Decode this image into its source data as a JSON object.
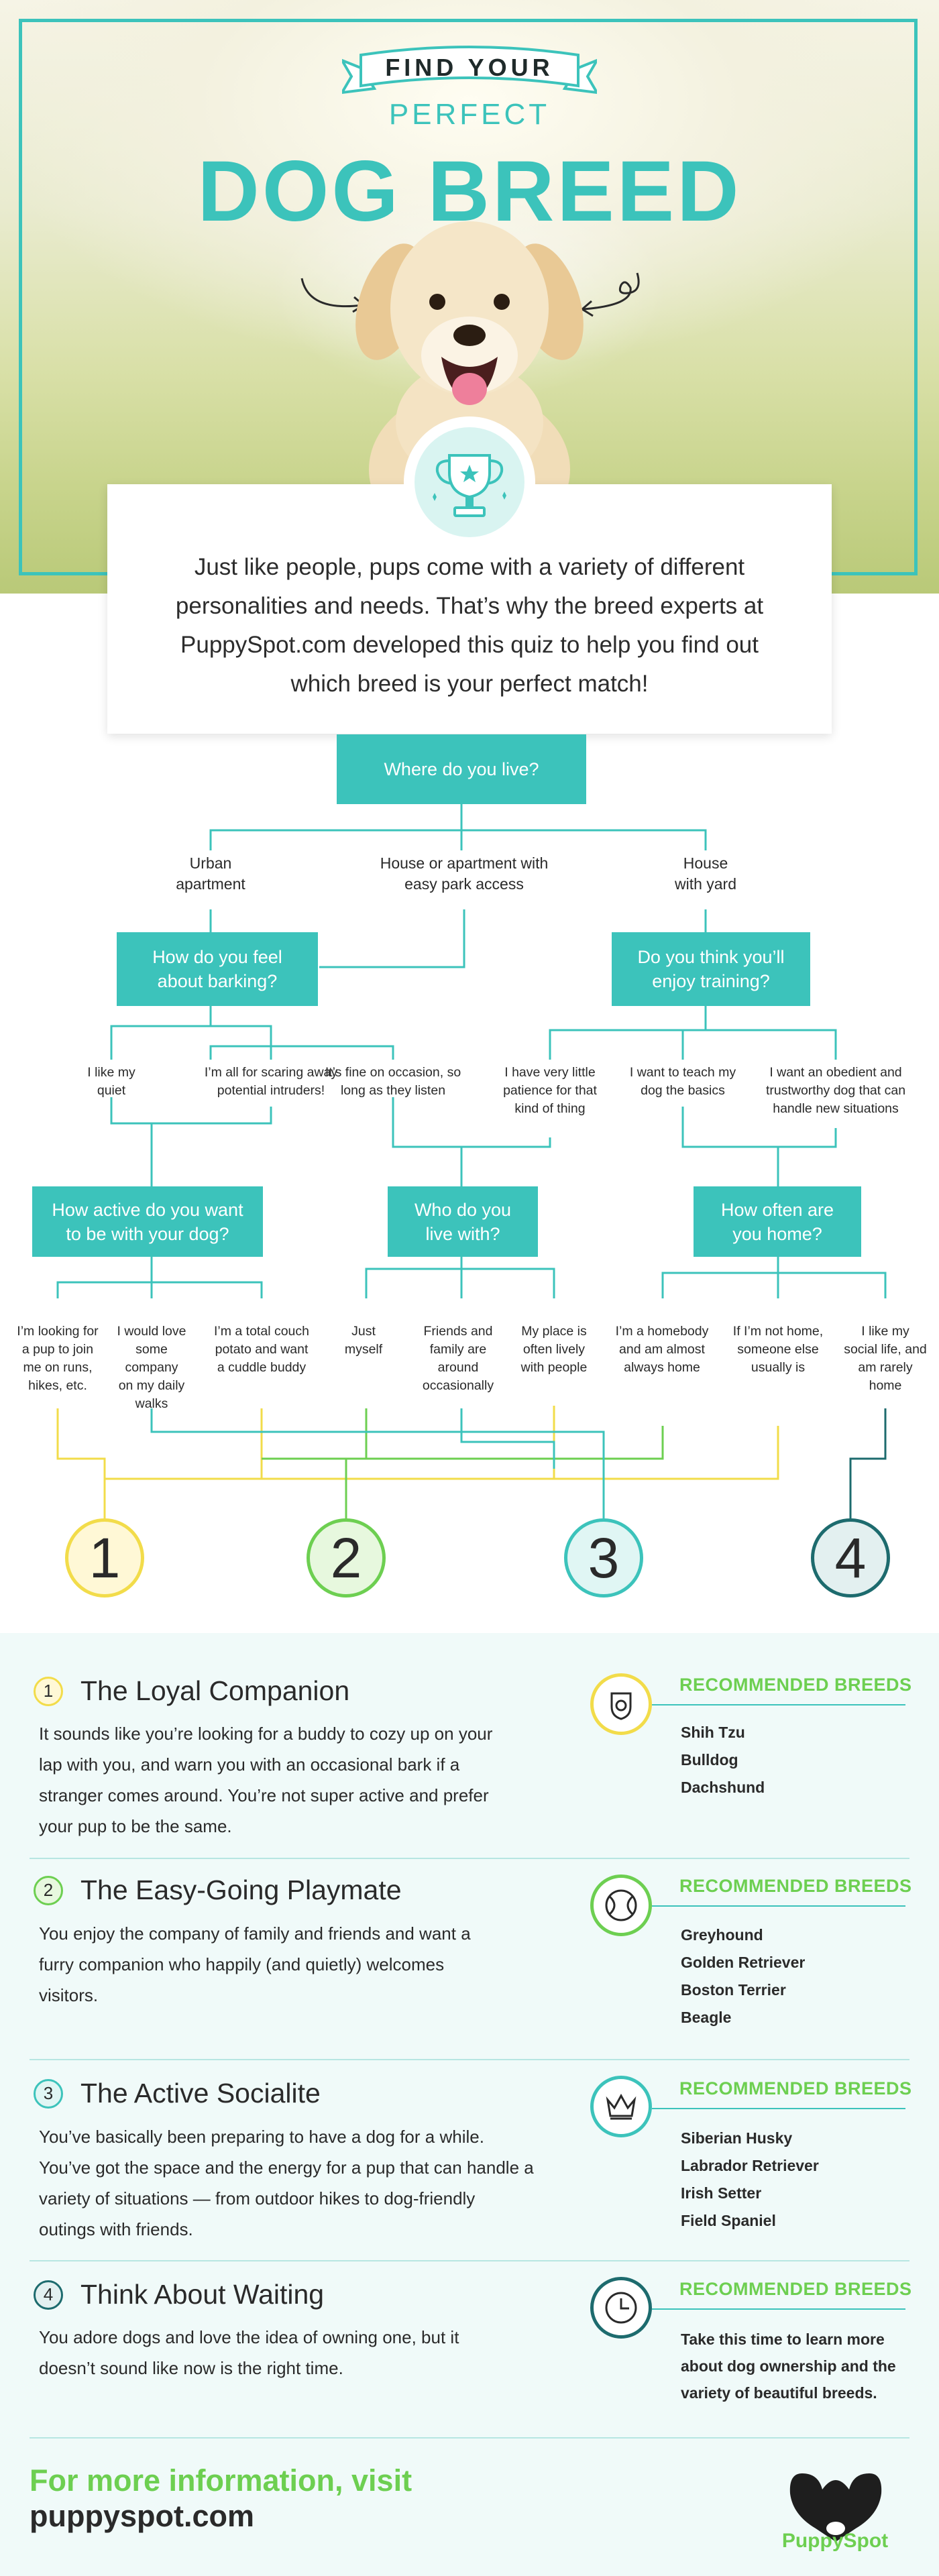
{
  "header": {
    "ribbon_text": "FIND YOUR",
    "line2": "PERFECT",
    "title": "DOG BREED"
  },
  "intro": {
    "text": "Just like people, pups come with a variety of different personalities and needs. That’s why the breed experts at PuppySpot.com developed this quiz to help you find out which breed is your perfect match!"
  },
  "quiz": {
    "q1": "Where do you live?",
    "a_urban": "Urban\napartment",
    "a_park": "House or apartment with\neasy park access",
    "a_yard": "House\nwith yard",
    "q_barking": "How do you feel\nabout barking?",
    "q_training": "Do you think you’ll\nenjoy training?",
    "b_quiet": "I like my\nquiet",
    "b_scaring": "I’m all for scaring away\npotential intruders!",
    "b_occasion": "It’s fine on occasion, so\nlong as they listen",
    "t_patience": "I have very little\npatience for that\nkind of thing",
    "t_basics": "I want to teach my\ndog the basics",
    "t_obedient": "I want an obedient and\ntrustworthy dog that can\nhandle new situations",
    "q_active": "How active do you want\nto be with your dog?",
    "q_who": "Who do you\nlive with?",
    "q_home": "How often are\nyou home?",
    "o_runs": "I’m looking for\na pup to join\nme on runs,\nhikes, etc.",
    "o_company": "I would love\nsome company\non my daily\nwalks",
    "o_couch": "I’m a total couch\npotato and want\na cuddle buddy",
    "o_myself": "Just\nmyself",
    "o_friends": "Friends and\nfamily are\naround\noccasionally",
    "o_lively": "My place is\noften lively\nwith people",
    "o_homebody": "I’m a homebody\nand am almost\nalways home",
    "o_someone": "If I’m not home,\nsomeone else\nusually is",
    "o_social": "I like my\nsocial life, and\nam rarely\nhome",
    "results": [
      "1",
      "2",
      "3",
      "4"
    ]
  },
  "colors": {
    "teal": "#3cc3bb",
    "yellow": "#f2dc4a",
    "green": "#6dcf51",
    "dark_teal": "#1d6b6e"
  },
  "outcomes": [
    {
      "number": "1",
      "title": "The Loyal Companion",
      "description": "It sounds like you’re looking for a buddy to cozy up on your lap with you, and warn you with an occasional bark if a stranger comes around. You’re not super active and prefer your pup to be the same.",
      "rec_title": "RECOMMENDED BREEDS",
      "icon": "collar-tag-icon",
      "breeds": [
        "Shih Tzu",
        "Bulldog",
        "Dachshund"
      ]
    },
    {
      "number": "2",
      "title": "The Easy-Going Playmate",
      "description": "You enjoy the company of family and friends and want a furry companion who happily (and quietly) welcomes visitors.",
      "rec_title": "RECOMMENDED BREEDS",
      "icon": "tennis-ball-icon",
      "breeds": [
        "Greyhound",
        "Golden Retriever",
        "Boston Terrier",
        "Beagle"
      ]
    },
    {
      "number": "3",
      "title": "The Active Socialite",
      "description": "You’ve basically been preparing to have a dog for a while. You’ve got the space and the energy for a pup that can handle a variety of situations — from outdoor hikes to dog-friendly outings with friends.",
      "rec_title": "RECOMMENDED BREEDS",
      "icon": "crown-icon",
      "breeds": [
        "Siberian Husky",
        "Labrador Retriever",
        "Irish Setter",
        "Field Spaniel"
      ]
    },
    {
      "number": "4",
      "title": "Think About Waiting",
      "description": "You adore dogs and love the idea of owning one, but it doesn’t sound like now is the right time.",
      "rec_title": "RECOMMENDED BREEDS",
      "icon": "clock-icon",
      "note": "Take this time to learn more about dog ownership and the variety of beautiful breeds."
    }
  ],
  "footer": {
    "line1": "For more information, visit",
    "line2": "puppyspot.com",
    "brand": "PuppySpot"
  }
}
